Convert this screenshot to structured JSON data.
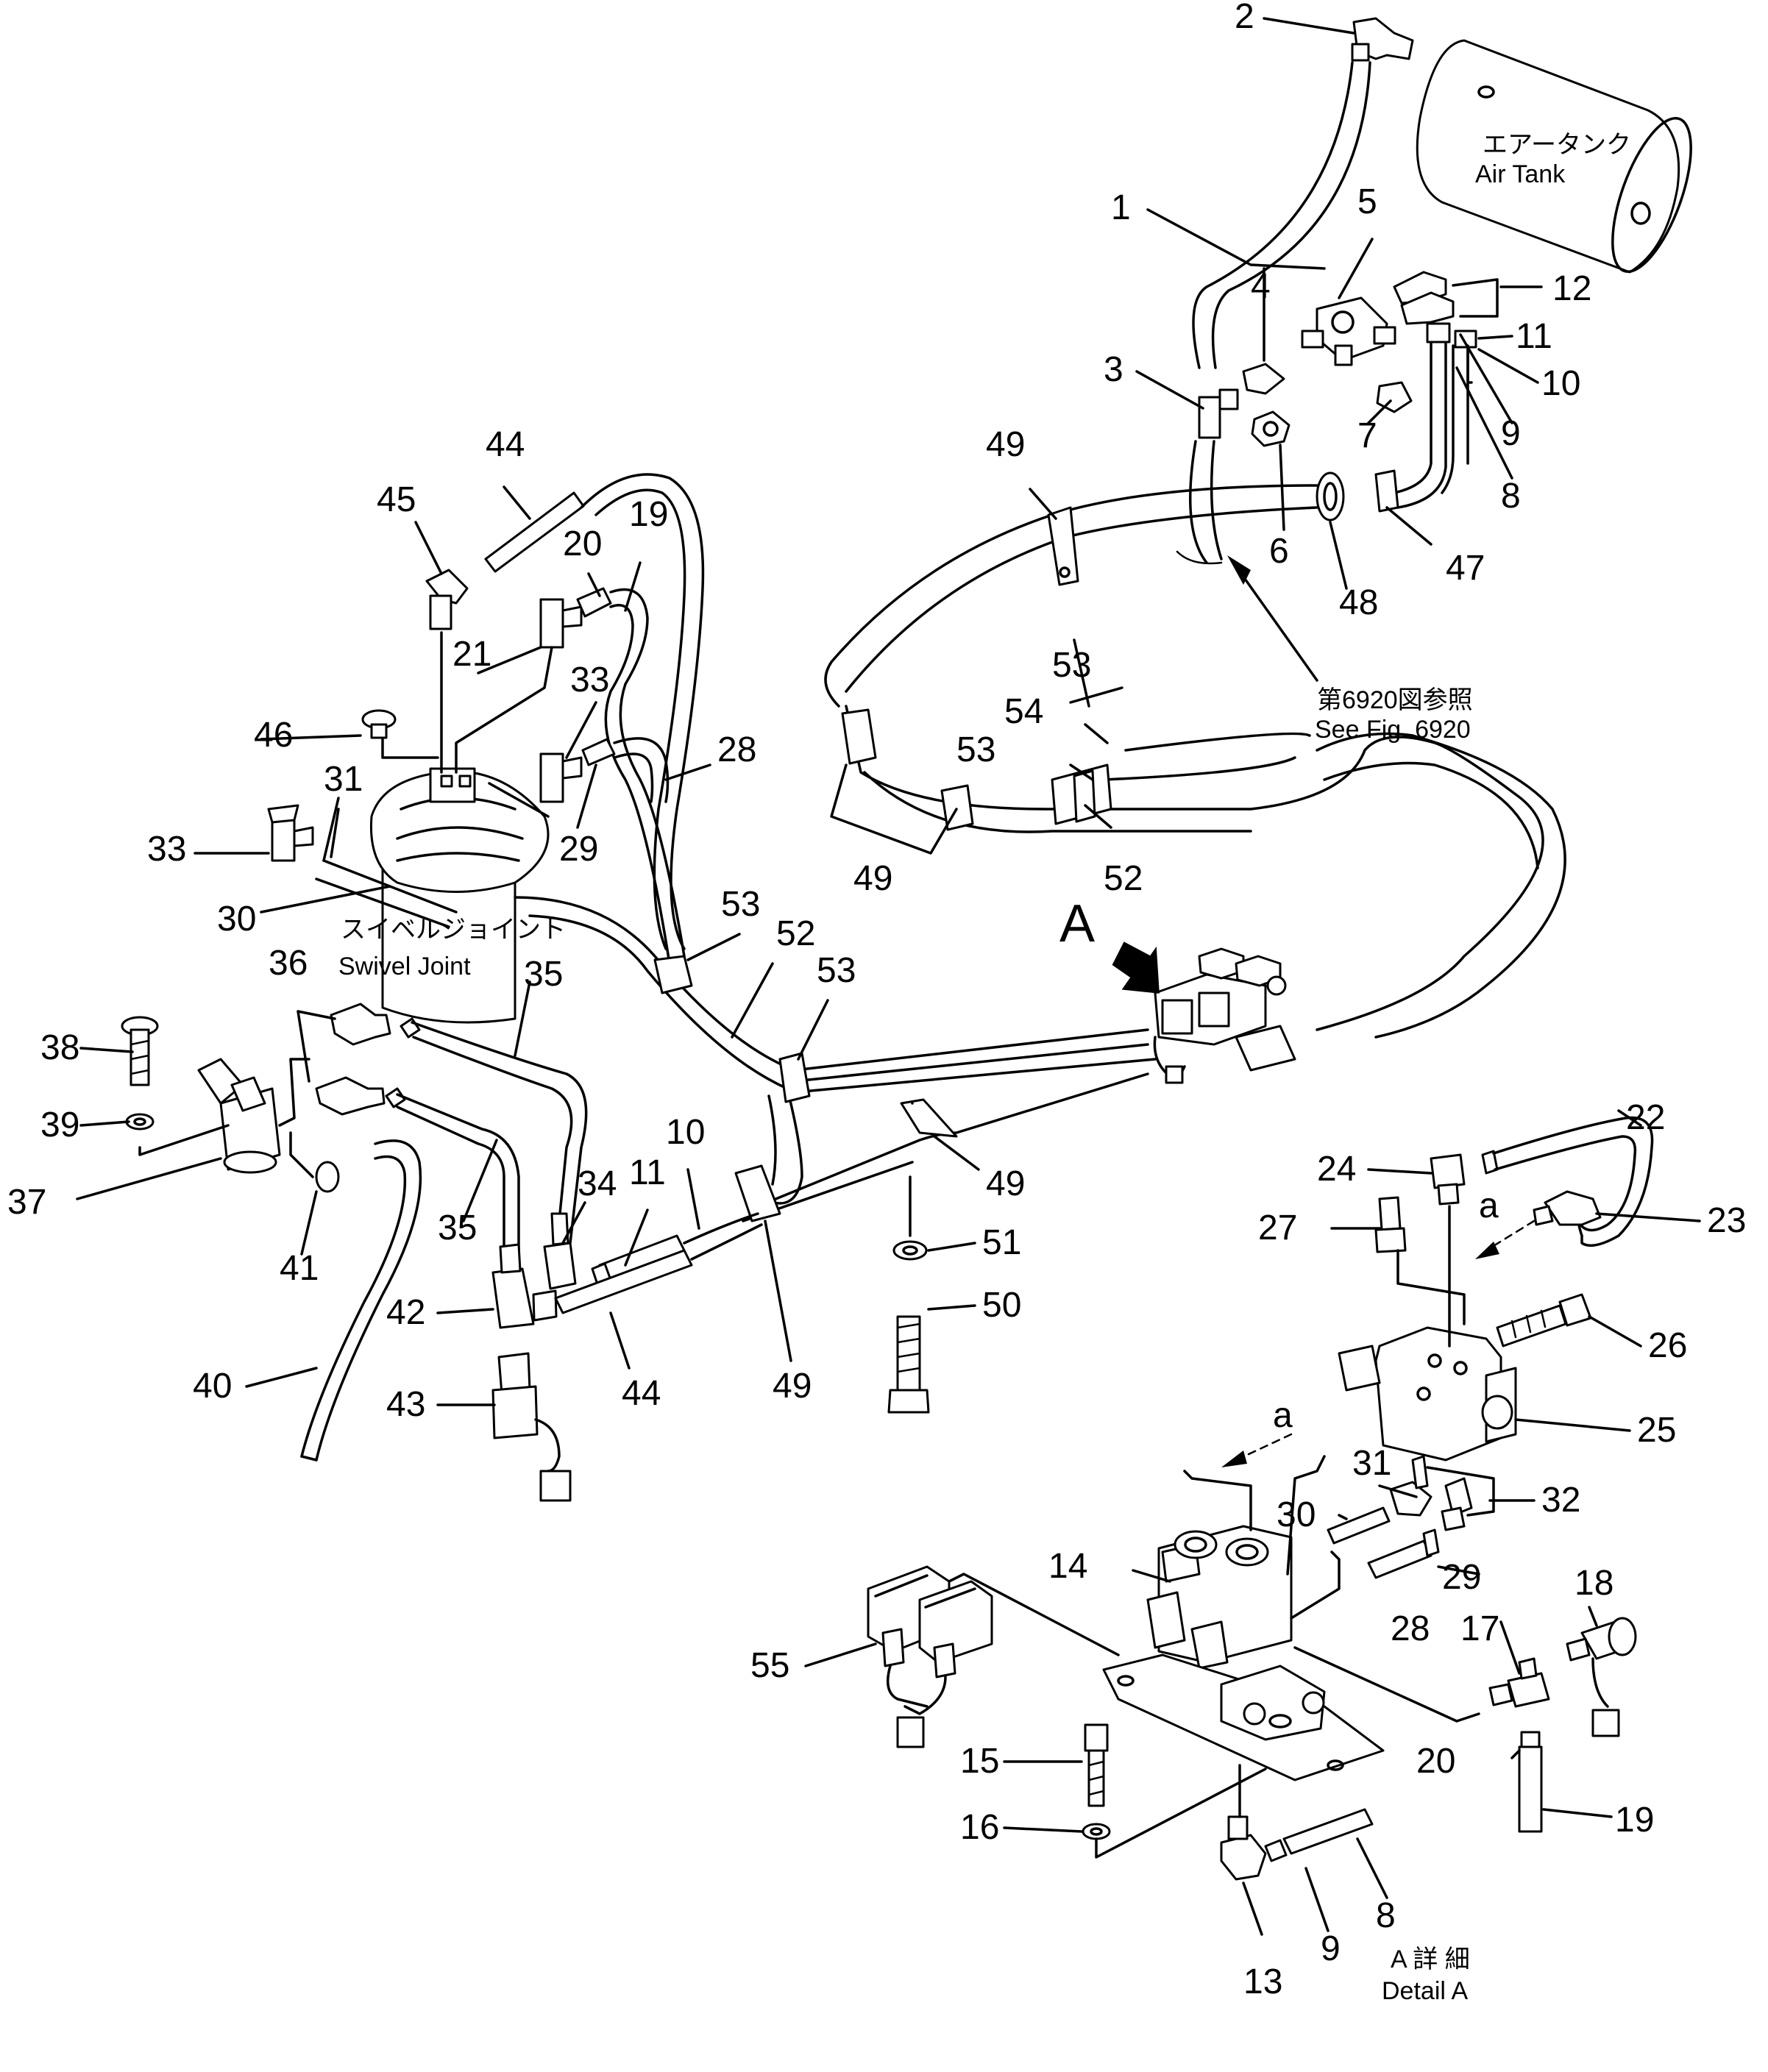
{
  "callouts": {
    "n1": "1",
    "n2": "2",
    "n3": "3",
    "n4": "4",
    "n5": "5",
    "n6": "6",
    "n7": "7",
    "n8": "8",
    "n9": "9",
    "n10": "10",
    "n11": "11",
    "n12": "12",
    "n13": "13",
    "n14": "14",
    "n15": "15",
    "n16": "16",
    "n17": "17",
    "n18": "18",
    "n19": "19",
    "n20": "20",
    "n21": "21",
    "n22": "22",
    "n23": "23",
    "n24": "24",
    "n25": "25",
    "n26": "26",
    "n27": "27",
    "n28": "28",
    "n29": "29",
    "n30": "30",
    "n31": "31",
    "n32": "32",
    "n33": "33",
    "n34": "34",
    "n35": "35",
    "n36": "36",
    "n37": "37",
    "n38": "38",
    "n39": "39",
    "n40": "40",
    "n41": "41",
    "n42": "42",
    "n43": "43",
    "n44": "44",
    "n45": "45",
    "n46": "46",
    "n47": "47",
    "n48": "48",
    "n49": "49",
    "n50": "50",
    "n51": "51",
    "n52": "52",
    "n53": "53",
    "n54": "54",
    "n55": "55",
    "a": "a",
    "A": "A"
  },
  "labels": {
    "air_tank_jp": "エアータンク",
    "air_tank_en": "Air  Tank",
    "swivel_jp": "スイベルジョイント",
    "swivel_en": "Swivel  Joint",
    "see_fig_jp": "第6920図参照",
    "see_fig_en": "See Fig. 6920",
    "detail_jp": "A 詳 細",
    "detail_en": "Detail A"
  }
}
